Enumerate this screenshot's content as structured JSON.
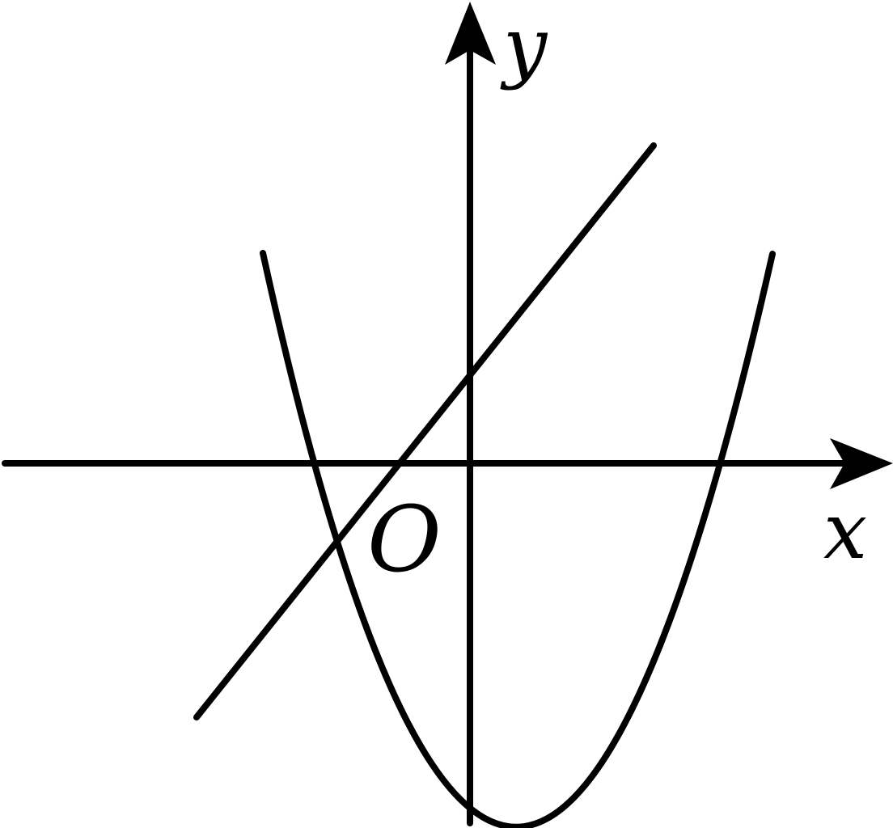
{
  "axes": {
    "x_label": "x",
    "y_label": "y",
    "origin_label": "O"
  },
  "curves": [
    {
      "kind": "parabola",
      "description_shown": false
    },
    {
      "kind": "line",
      "description_shown": false
    }
  ],
  "colors": {
    "stroke": "#000000",
    "background": "#ffffff"
  }
}
